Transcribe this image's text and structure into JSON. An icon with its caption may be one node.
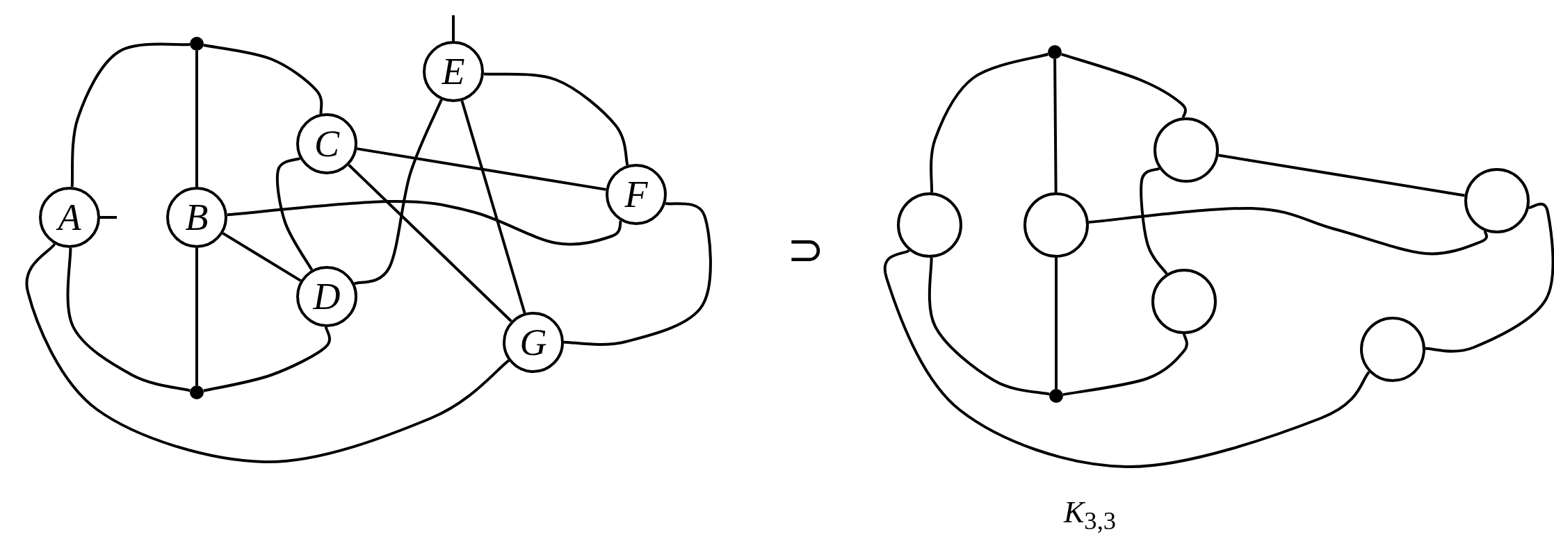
{
  "diagram": {
    "nodes": [
      {
        "text": [],
        "shape": "dot"
      },
      {
        "text": [
          "A"
        ]
      },
      {
        "text": [
          "B"
        ]
      },
      {
        "text": [
          "C"
        ]
      },
      {
        "text": [
          "D"
        ]
      },
      {
        "text": [
          "E"
        ]
      },
      {
        "text": [
          "F"
        ]
      },
      {
        "text": [
          "G"
        ]
      },
      {
        "text": [],
        "shape": "dot"
      },
      {
        "text": [],
        "shape": "dot"
      },
      {
        "text": [],
        "shape": "circle"
      },
      {
        "text": [],
        "shape": "circle"
      },
      {
        "text": [],
        "shape": "circle"
      },
      {
        "text": [],
        "shape": "circle"
      },
      {
        "text": [],
        "shape": "circle"
      },
      {
        "text": [],
        "shape": "circle"
      },
      {
        "text": [],
        "shape": "dot"
      }
    ],
    "edges": [
      {
        "from": 0,
        "to": 1,
        "arrow": "none"
      },
      {
        "from": 0,
        "to": 2,
        "arrow": "none"
      },
      {
        "from": 0,
        "to": 3,
        "arrow": "none"
      },
      {
        "from": 1,
        "to": 8,
        "arrow": "none"
      },
      {
        "from": 2,
        "to": 8,
        "arrow": "none"
      },
      {
        "from": 8,
        "to": 4,
        "arrow": "none"
      },
      {
        "from": 2,
        "to": 4,
        "arrow": "none"
      },
      {
        "from": 3,
        "to": 4,
        "arrow": "none"
      },
      {
        "from": 3,
        "to": 6,
        "arrow": "none"
      },
      {
        "from": 3,
        "to": 7,
        "arrow": "none"
      },
      {
        "from": 2,
        "to": 6,
        "arrow": "none"
      },
      {
        "from": 4,
        "to": 5,
        "arrow": "none"
      },
      {
        "from": 5,
        "to": 6,
        "arrow": "none"
      },
      {
        "from": 5,
        "to": 7,
        "arrow": "none"
      },
      {
        "from": 6,
        "to": 7,
        "arrow": "none"
      },
      {
        "from": 1,
        "to": 7,
        "arrow": "none"
      },
      {
        "from": 1,
        "to": null,
        "arrow": "none"
      },
      {
        "from": 5,
        "to": null,
        "arrow": "none"
      },
      {
        "from": 9,
        "to": 10,
        "arrow": "none"
      },
      {
        "from": 9,
        "to": 11,
        "arrow": "none"
      },
      {
        "from": 9,
        "to": 12,
        "arrow": "none"
      },
      {
        "from": 10,
        "to": 16,
        "arrow": "none"
      },
      {
        "from": 11,
        "to": 16,
        "arrow": "none"
      },
      {
        "from": 16,
        "to": 13,
        "arrow": "none"
      },
      {
        "from": 12,
        "to": 13,
        "arrow": "none"
      },
      {
        "from": 12,
        "to": 14,
        "arrow": "none"
      },
      {
        "from": 11,
        "to": 14,
        "arrow": "none"
      },
      {
        "from": 14,
        "to": 15,
        "arrow": "none"
      },
      {
        "from": 10,
        "to": 15,
        "arrow": "none"
      }
    ],
    "labels": [
      "⊃",
      "*K*$_{3,3}$"
    ]
  }
}
